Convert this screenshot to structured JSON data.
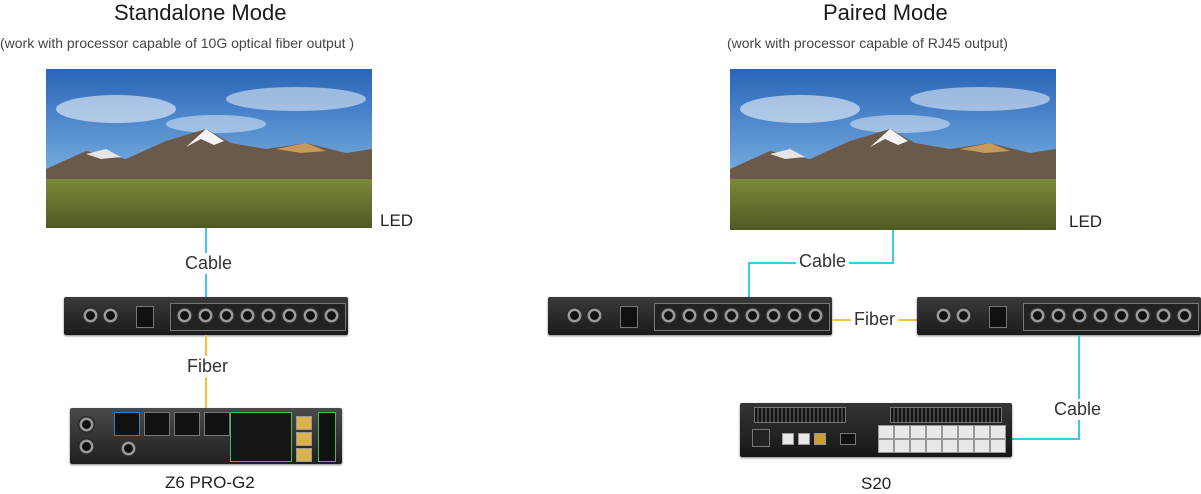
{
  "standalone": {
    "title": "Standalone Mode",
    "subtitle": "(work with processor capable of 10G optical fiber output )",
    "led_label": "LED",
    "cable_label": "Cable",
    "fiber_label": "Fiber",
    "processor_label": "Z6 PRO-G2"
  },
  "paired": {
    "title": "Paired Mode",
    "subtitle": "(work with processor capable of RJ45 output)",
    "led_label": "LED",
    "cable_top_label": "Cable",
    "fiber_label": "Fiber",
    "cable_bottom_label": "Cable",
    "processor_label": "S20"
  },
  "colors": {
    "cable": "#3cc8ec",
    "fiber": "#f3c43a"
  }
}
